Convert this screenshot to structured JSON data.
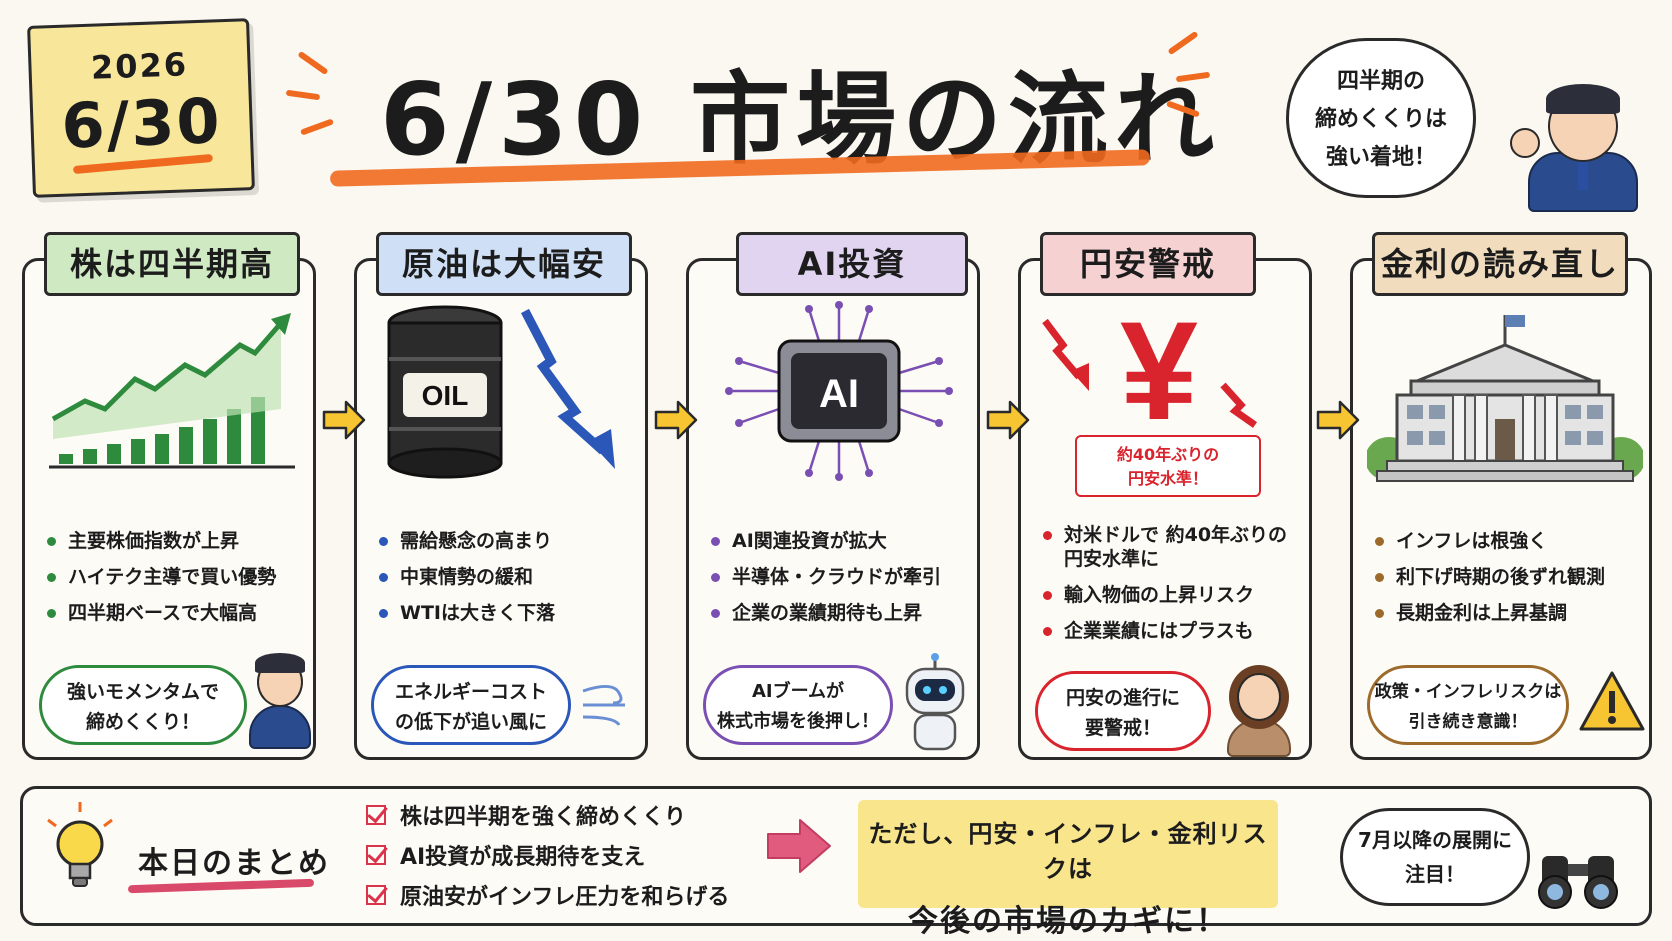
{
  "date": {
    "year": "2026",
    "day": "6/30"
  },
  "title": "6/30 市場の流れ",
  "top_bubble": {
    "line1": "四半期の",
    "line2": "締めくくりは",
    "line3": "強い着地！"
  },
  "colors": {
    "accent_orange": "#ef6a1f",
    "green": "#2e8b3e",
    "blue": "#2a57b8",
    "purple": "#7a4fb3",
    "red": "#d9232d",
    "brown": "#9c6a2a"
  },
  "panels": [
    {
      "heading": "株は四半期高",
      "icon": "rising-chart-icon",
      "bullets": [
        "主要株価指数が上昇",
        "ハイテク主導で買い優勢",
        "四半期ベースで大幅高"
      ],
      "note": {
        "line1": "強いモメンタムで",
        "line2": "締めくくり！"
      }
    },
    {
      "heading": "原油は大幅安",
      "icon": "oil-barrel-icon",
      "barrel_label": "OIL",
      "bullets": [
        "需給懸念の高まり",
        "中東情勢の緩和",
        "WTIは大きく下落"
      ],
      "note": {
        "line1": "エネルギーコスト",
        "line2": "の低下が追い風に"
      }
    },
    {
      "heading": "AI投資",
      "icon": "ai-chip-icon",
      "chip_label": "AI",
      "bullets": [
        "AI関連投資が拡大",
        "半導体・クラウドが牽引",
        "企業の業績期待も上昇"
      ],
      "note": {
        "line1": "AIブームが",
        "line2": "株式市場を後押し！"
      }
    },
    {
      "heading": "円安警戒",
      "icon": "yen-falling-icon",
      "yen_symbol": "¥",
      "callout": {
        "line1": "約40年ぶりの",
        "line2": "円安水準！"
      },
      "bullets": [
        "対米ドルで 約40年ぶりの 円安水準に",
        "輸入物価の上昇リスク",
        "企業業績にはプラスも"
      ],
      "note": {
        "line1": "円安の進行に",
        "line2": "要警戒！"
      }
    },
    {
      "heading": "金利の読み直し",
      "icon": "central-bank-icon",
      "bullets": [
        "インフレは根強く",
        "利下げ時期の後ずれ観測",
        "長期金利は上昇基調"
      ],
      "note": {
        "line1": "政策・インフレリスクは",
        "line2": "引き続き意識！"
      }
    }
  ],
  "summary": {
    "title": "本日のまとめ",
    "checks": [
      "株は四半期を強く締めくくり",
      "AI投資が成長期待を支え",
      "原油安がインフレ圧力を和らげる"
    ],
    "highlight": {
      "line1": "ただし、円安・インフレ・金利リスクは",
      "line2": "今後の市場のカギに！"
    },
    "outlook": {
      "line1": "7月以降の展開に",
      "line2": "注目！"
    }
  }
}
